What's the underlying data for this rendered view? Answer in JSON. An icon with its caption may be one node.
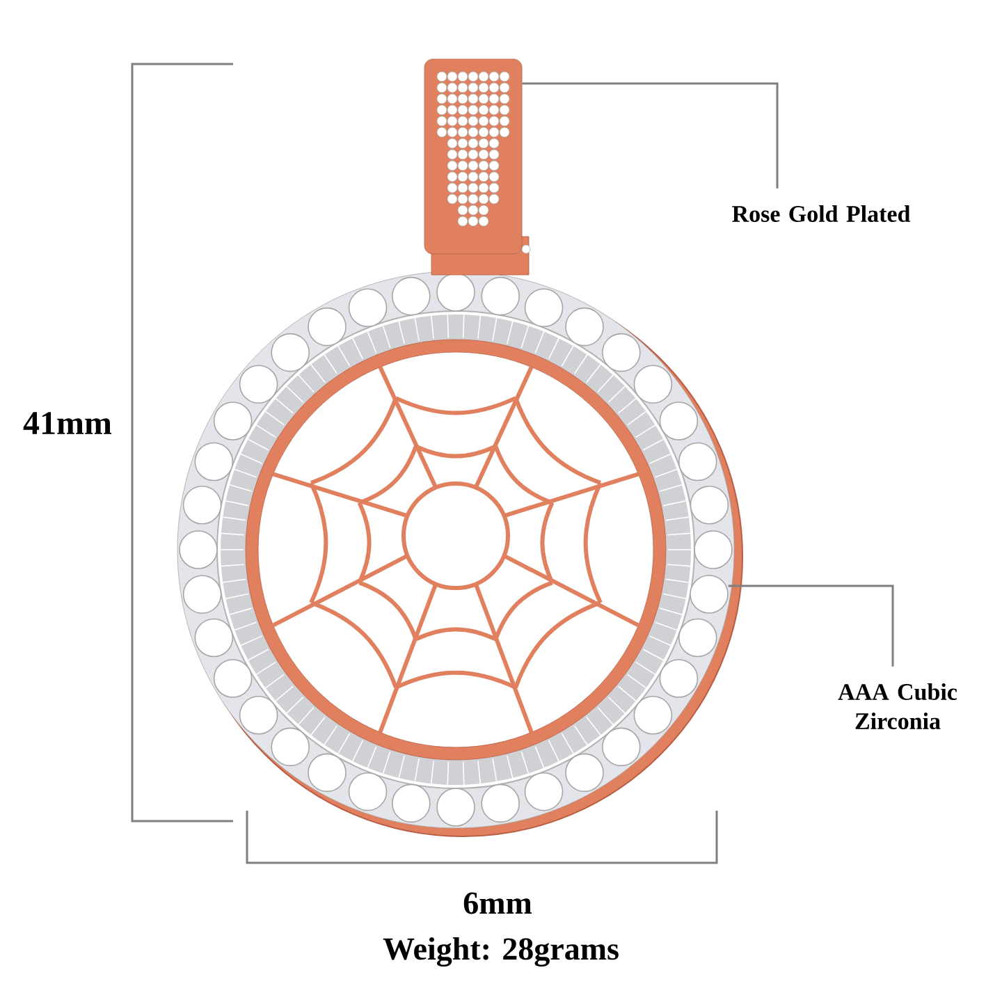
{
  "diagram": {
    "nodes": [
      {
        "text": [
          "Rose Gold Plated"
        ]
      },
      {
        "text": [],
        "shape": "picture"
      },
      {
        "text": [
          "AAA Cubic Zirconia"
        ]
      },
      {
        "text": [],
        "shape": "circle"
      }
    ],
    "edges": [
      {
        "from": 0,
        "to": 1,
        "arrow": "none"
      },
      {
        "from": 2,
        "to": 3,
        "arrow": "none"
      }
    ],
    "labels": [
      "41mm",
      "6mm",
      "Weight: 28grams"
    ]
  }
}
